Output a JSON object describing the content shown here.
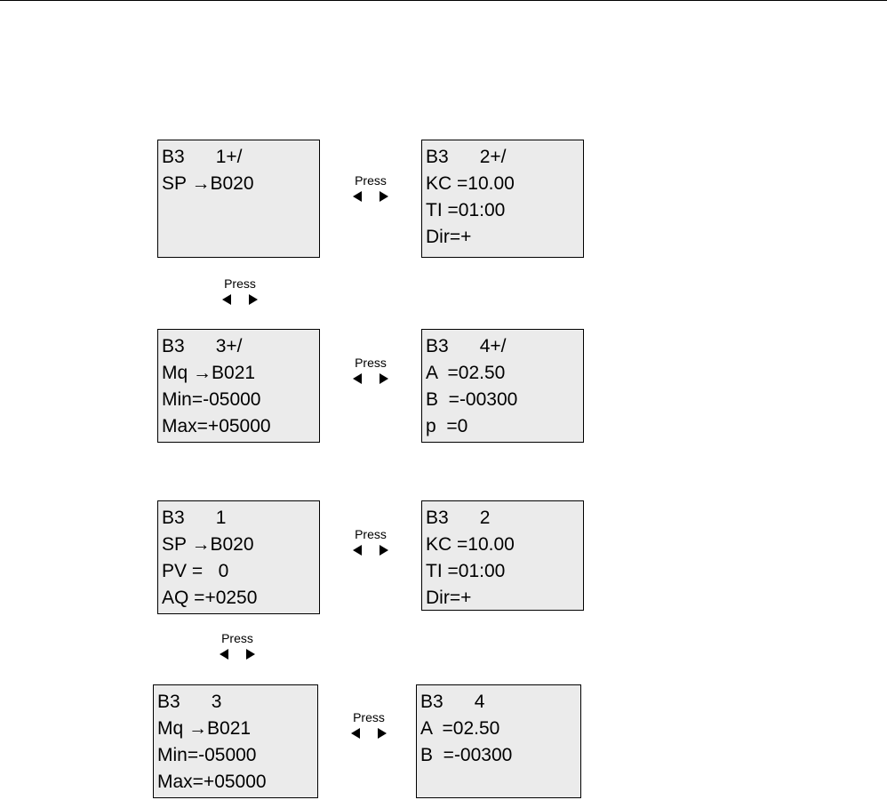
{
  "screens": [
    {
      "lines": [
        "B3      1+/",
        "SP →B020",
        "",
        ""
      ]
    },
    {
      "lines": [
        "B3      2+/",
        "KC =10.00",
        "TI =01:00",
        "Dir=+"
      ]
    },
    {
      "lines": [
        "B3      3+/",
        "Mq →B021",
        "Min=-05000",
        "Max=+05000"
      ]
    },
    {
      "lines": [
        "B3      4+/",
        "A  =02.50",
        "B  =-00300",
        "p  =0"
      ]
    },
    {
      "lines": [
        "B3      1",
        "SP →B020",
        "PV =   0",
        "AQ =+0250"
      ]
    },
    {
      "lines": [
        "B3      2",
        "KC =10.00",
        "TI =01:00",
        "Dir=+"
      ]
    },
    {
      "lines": [
        "B3      3",
        "Mq →B021",
        "Min=-05000",
        "Max=+05000"
      ]
    },
    {
      "lines": [
        "B3      4",
        "A  =02.50",
        "B  =-00300",
        ""
      ]
    }
  ],
  "press_label": "Press",
  "icons": {
    "left": "arrow-left-icon",
    "right": "arrow-right-icon"
  }
}
